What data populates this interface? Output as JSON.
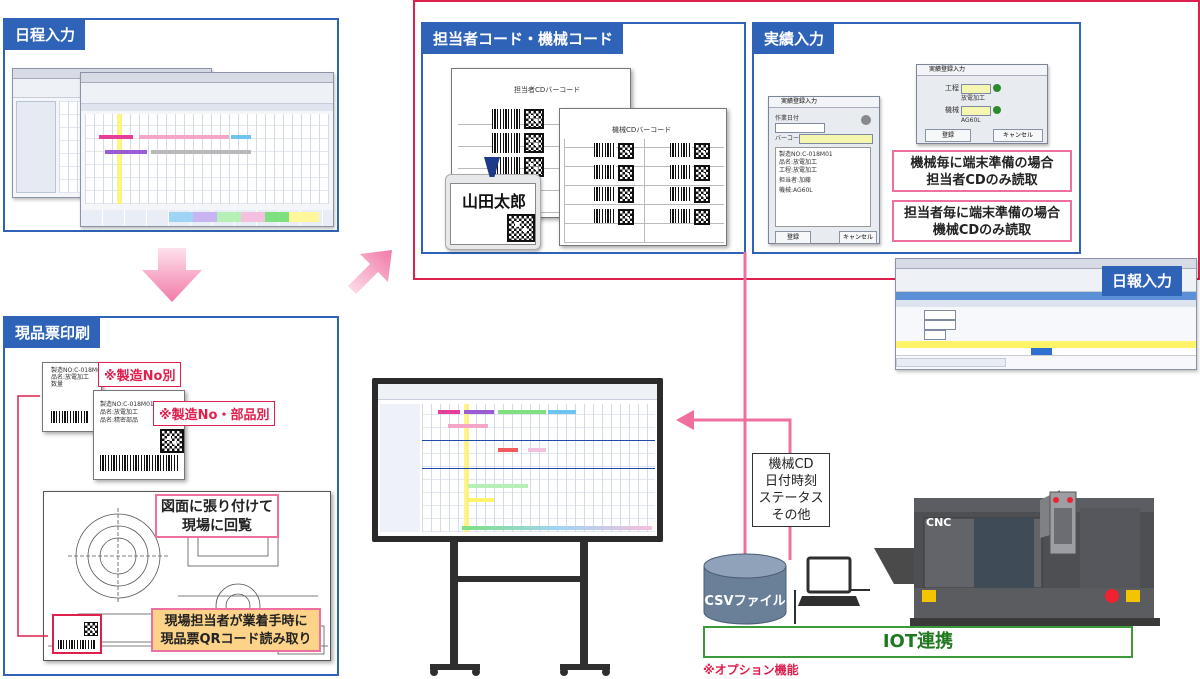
{
  "panels": {
    "schedule": "日程入力",
    "ticket_print": "現品票印刷",
    "codes": "担当者コード・機械コード",
    "actual": "実績入力",
    "daily": "日報入力"
  },
  "labels": {
    "by_mfg_no": "※製造No別",
    "by_mfg_no_part": "※製造No・部品別",
    "attach_note_line1": "図面に張り付けて",
    "attach_note_line2": "現場に回覧",
    "qr_note_line1": "現場担当者が業着手時に",
    "qr_note_line2": "現品票QRコード読み取り",
    "per_machine_line1": "機械毎に端末準備の場合",
    "per_machine_line2": "担当者CDのみ読取",
    "per_worker_line1": "担当者毎に端末準備の場合",
    "per_worker_line2": "機械CDのみ読取",
    "staff_name": "山田太郎",
    "staff_barcode_title": "担当者CDバーコード",
    "machine_barcode_title": "機械CDバーコード",
    "iot_data_line1": "機械CD",
    "iot_data_line2": "日付時刻",
    "iot_data_line3": "ステータス",
    "iot_data_line4": "その他",
    "csv_file": "CSVファイル",
    "iot_link": "IOT連携",
    "option": "※オプション機能",
    "cnc": "CNC"
  },
  "dialog": {
    "title_a": "実績登録入力",
    "title_b": "実績登録入力",
    "process": "工程",
    "machine": "機械",
    "process_value": "放電加工",
    "machine_value": "AG60L",
    "register": "登録",
    "cancel": "キャンセル",
    "work_date": "作業日付",
    "barcode": "バーコード"
  },
  "colors": {
    "panel_blue": "#2e63b8",
    "highlight_red": "#e01f4d",
    "pink": "#ef6f9e",
    "iot_green": "#3a9a3a"
  }
}
